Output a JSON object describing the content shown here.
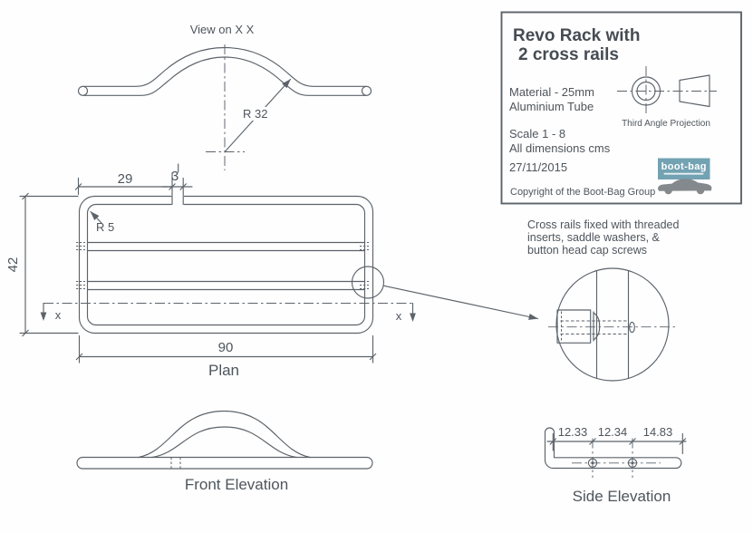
{
  "title_block": {
    "title_line1": "Revo Rack with",
    "title_line2": "2 cross rails",
    "material_line1": "Material - 25mm",
    "material_line2": "Aluminium Tube",
    "scale": "Scale 1 - 8",
    "units_note": "All dimensions cms",
    "date": "27/11/2015",
    "copyright": "Copyright of the Boot-Bag Group",
    "projection_label": "Third Angle Projection",
    "logo_brand": "boot-bag"
  },
  "views": {
    "view_on_xx": {
      "label": "View on X X",
      "radius": "R 32"
    },
    "plan": {
      "label": "Plan",
      "width": "90",
      "height": "42",
      "gap_offset": "29",
      "gap_width": "3",
      "corner_radius": "R 5",
      "section_marker_left": "x",
      "section_marker_right": "x"
    },
    "front_elevation": {
      "label": "Front Elevation"
    },
    "side_elevation": {
      "label": "Side Elevation",
      "dims": [
        "12.33",
        "12.34",
        "14.83"
      ]
    },
    "detail_note": {
      "line1": "Cross rails fixed with threaded",
      "line2": "inserts, saddle washers, &",
      "line3": "button head cap screws"
    }
  },
  "colors": {
    "line": "#5c636a",
    "text": "#4e555c",
    "logo_box": "#73a2b2",
    "logo_car": "#84898d",
    "background": "#fefefe"
  }
}
